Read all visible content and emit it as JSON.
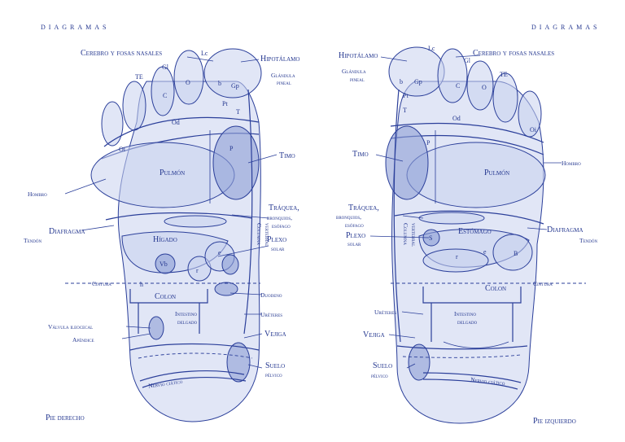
{
  "header": {
    "left": "DIAGRAMAS",
    "right": "DIAGRAMAS"
  },
  "captions": {
    "right_foot": "Pie derecho",
    "left_foot": "Pie izquierdo"
  },
  "right_foot_labels": {
    "cerebro": "Cerebro y fosas nasales",
    "hipotalamo": "Hipotálamo",
    "glandula_1": "Glándula",
    "glandula_2": "pineal",
    "timo": "Timo",
    "hombro": "Hombro",
    "diafragma": "Diafragma",
    "tendon": "Tendón",
    "traquea_1": "Tráquea,",
    "traquea_2": "bronquios,",
    "traquea_3": "esófago",
    "plexo_1": "Plexo",
    "plexo_2": "solar",
    "cintura": "Cintura",
    "duodeno": "Duodeno",
    "ureteres": "Uréteres",
    "valvula": "Válvula ileocecal",
    "apendice": "Apéndice",
    "vejiga": "Vejiga",
    "suelo_1": "Suelo",
    "suelo_2": "pélvico",
    "columna_1": "Columna",
    "columna_2": "vertebral",
    "pulmon": "Pulmón",
    "higado": "Hígado",
    "colon": "Colon",
    "intestino_1": "Intestino",
    "intestino_2": "delgado",
    "nervio": "Nervio ciático"
  },
  "left_foot_labels": {
    "hipotalamo": "Hipotálamo",
    "cerebro": "Cerebro y fosas nasales",
    "glandula_1": "Glándula",
    "glandula_2": "pineal",
    "timo": "Timo",
    "hombro": "Hombro",
    "traquea_1": "Tráquea,",
    "traquea_2": "bronquios,",
    "traquea_3": "esófago",
    "plexo_1": "Plexo",
    "plexo_2": "solar",
    "diafragma": "Diafragma",
    "tendon": "Tendón",
    "cintura": "Cintura",
    "ureteres": "Uréteres",
    "vejiga": "Vejiga",
    "suelo_1": "Suelo",
    "suelo_2": "pélvico",
    "columna_1": "Columna",
    "columna_2": "vertebral",
    "pulmon": "Pulmón",
    "estomago": "Estómago",
    "colon": "Colon",
    "intestino_1": "Intestino",
    "intestino_2": "delgado",
    "nervio": "Nervio ciático"
  },
  "zone_letters": {
    "lc": "Lc",
    "gl": "Gl",
    "te": "TE",
    "o": "O",
    "c": "C",
    "b": "b",
    "gp": "Gp",
    "pt": "Pt",
    "t": "T",
    "oi": "Oi",
    "od": "Od",
    "p": "P",
    "vb": "Vb",
    "r": "r",
    "e": "e",
    "h": "h",
    "s": "S",
    "b2": "B"
  },
  "colors": {
    "ink": "#2b3f9a",
    "wash": "#c9d2ee",
    "dark_wash": "#8d9fd6"
  }
}
